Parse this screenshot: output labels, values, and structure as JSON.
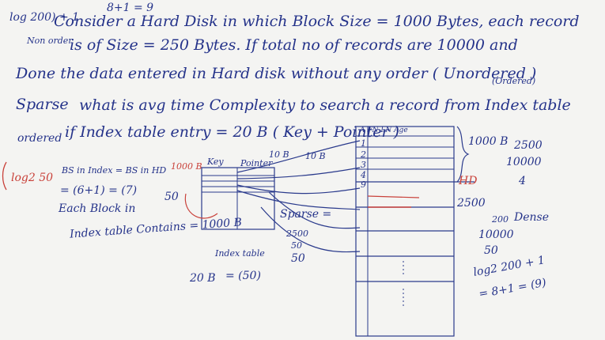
{
  "lines": {
    "l1": "Consider a Hard Disk in which Block Size = 1000 Bytes, each record",
    "l2": "is of Size = 250 Bytes. If total no of records are 10000 and",
    "l3": "Done the data entered in Hard disk without any order ( Unordered )",
    "l3b": "(Ordered)",
    "l4": "what is avg time Complexity to search a record from Index table",
    "l5": "if Index table entry = 20 B ( Key + Pointer )"
  },
  "side_notes": {
    "top_formula": "log 200) + 1",
    "top_sum": "8+1 = 9",
    "non_order": "Non order",
    "dense": "Dense",
    "sparse": "Sparse",
    "ordered": "ordered",
    "b10": "10 B",
    "b10b": "10 B"
  },
  "left_calc": {
    "log_note": "log2 50",
    "bs_index": "BS in Index = BS in HD",
    "result": "= (6+1) = (7)",
    "each_block": "Each Block in",
    "index_table_contains": "Index table Contains = 1000 B",
    "over_20": "20 B",
    "index_table_label": "Index table",
    "eq_50": "= (50)"
  },
  "index_table": {
    "size_label": "1000 B",
    "key": "Key",
    "pointer": "Pointer",
    "count": "50"
  },
  "middle": {
    "sparse": "Sparse =",
    "calc1": "2500",
    "calc2": "50",
    "result": "50"
  },
  "hard_disk": {
    "header": "A  FN  LN  Age",
    "block_size": "1000 B",
    "rows": [
      "1",
      "2",
      "3",
      "4",
      "9"
    ],
    "label": "HD",
    "count": "2500"
  },
  "right_calc": {
    "top": "2500",
    "frac_num": "10000",
    "frac_den": "4",
    "dense_200": "200",
    "dense_label": "Dense",
    "frac2_num": "10000",
    "frac2_den": "50",
    "log": "log2 200 + 1",
    "final": "= 8+1 = (9)"
  }
}
